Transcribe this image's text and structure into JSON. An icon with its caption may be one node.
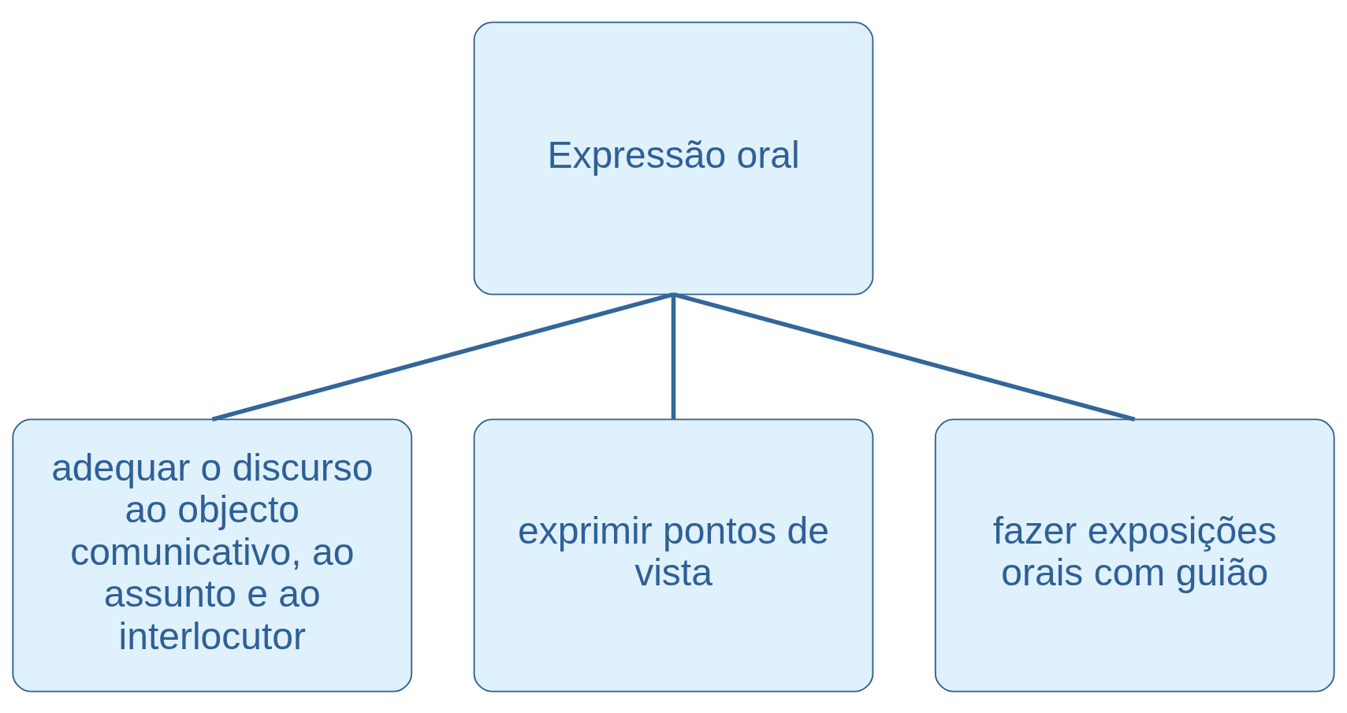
{
  "diagram": {
    "nodes": [
      {
        "text": [
          "Expressão oral"
        ]
      },
      {
        "text": [
          "adequar o discurso ao objecto comunicativo, ao assunto e ao interlocutor"
        ]
      },
      {
        "text": [
          "exprimir pontos de vista"
        ]
      },
      {
        "text": [
          "fazer exposições orais com guião"
        ]
      }
    ],
    "edges": [
      {
        "from": 0,
        "to": 1,
        "arrow": "none"
      },
      {
        "from": 0,
        "to": 2,
        "arrow": "none"
      },
      {
        "from": 0,
        "to": 3,
        "arrow": "none"
      }
    ]
  }
}
